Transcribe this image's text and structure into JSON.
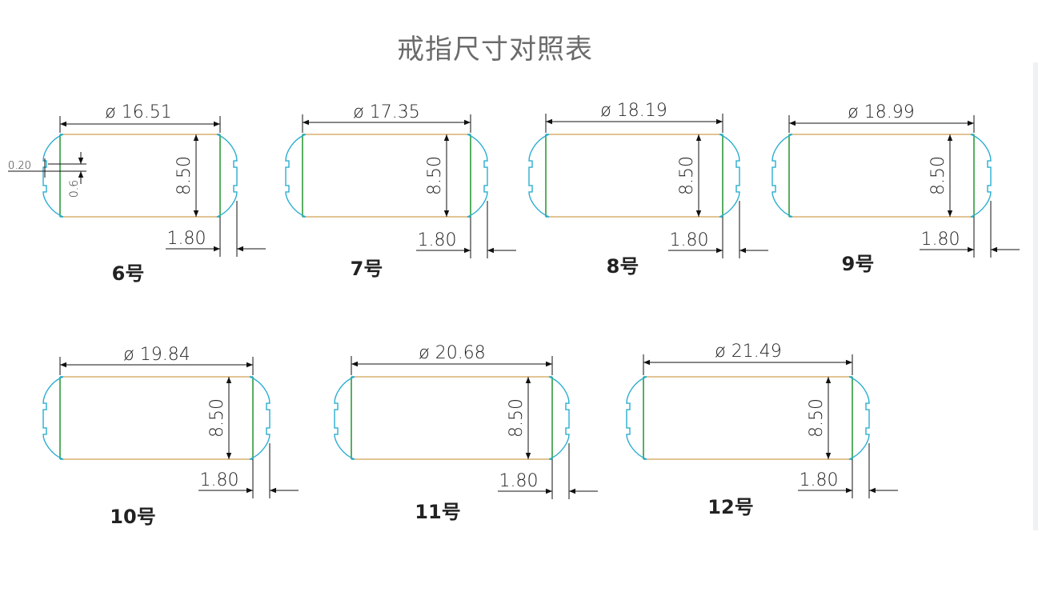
{
  "title": "戒指尺寸对照表",
  "colors": {
    "band_edge": "#d8b070",
    "profile": "#2aaed0",
    "inner_wall": "#2f9a3a",
    "dim": "#111111"
  },
  "detail": {
    "groove_depth": "0.20",
    "groove_width": "0.6"
  },
  "rings": [
    {
      "size": "6号",
      "diameter": "ø 16.51",
      "width": "8.50",
      "thickness": "1.80"
    },
    {
      "size": "7号",
      "diameter": "ø 17.35",
      "width": "8.50",
      "thickness": "1.80"
    },
    {
      "size": "8号",
      "diameter": "ø 18.19",
      "width": "8.50",
      "thickness": "1.80"
    },
    {
      "size": "9号",
      "diameter": "ø 18.99",
      "width": "8.50",
      "thickness": "1.80"
    },
    {
      "size": "10号",
      "diameter": "ø 19.84",
      "width": "8.50",
      "thickness": "1.80"
    },
    {
      "size": "11号",
      "diameter": "ø 20.68",
      "width": "8.50",
      "thickness": "1.80"
    },
    {
      "size": "12号",
      "diameter": "ø 21.49",
      "width": "8.50",
      "thickness": "1.80"
    }
  ]
}
